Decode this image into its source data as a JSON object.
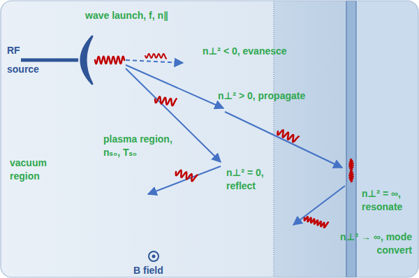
{
  "diagram": {
    "labels": [
      "wave launch, f, n∥",
      "RF source",
      "n⊥² < 0, evanesce",
      "n⊥² > 0, propagate",
      "plasma region, nₛ₀, Tₛ₀",
      "vacuum region",
      "n⊥² = 0, reflect",
      "n⊥² = ∞, resonate",
      "n⊥² → ∞, mode convert",
      "B field"
    ]
  }
}
